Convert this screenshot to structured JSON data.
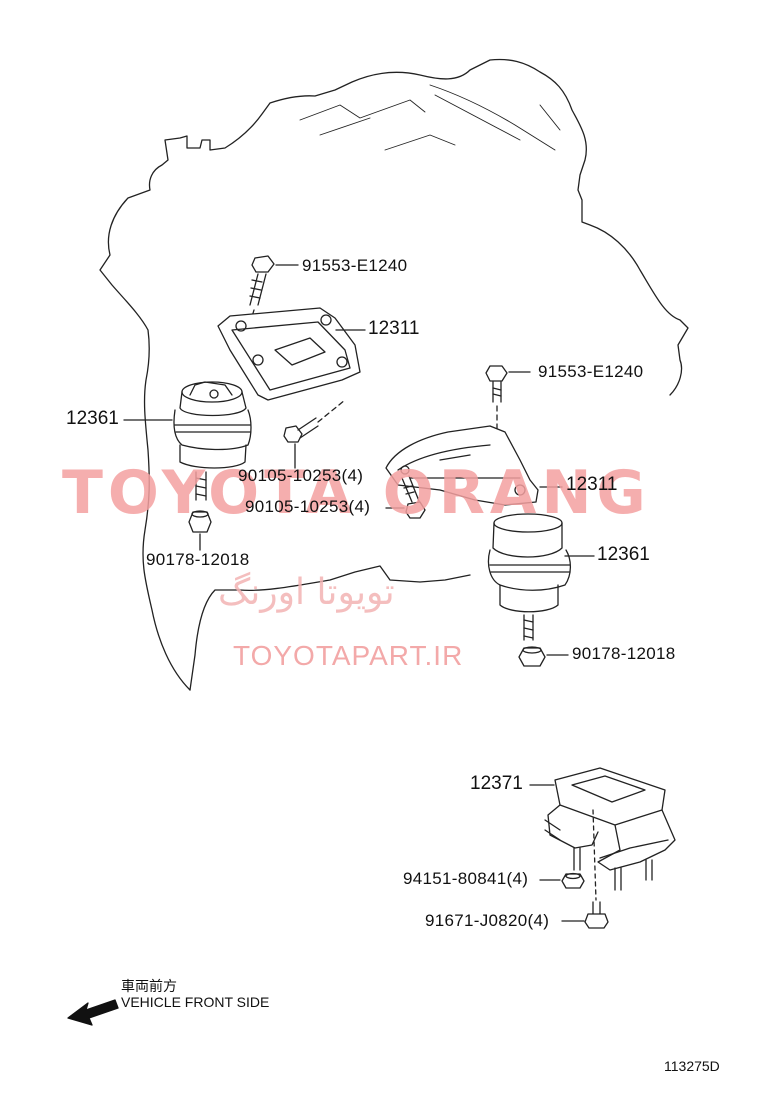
{
  "parts": {
    "bolt_top_left": "91553-E1240",
    "bracket_left": "12311",
    "insulator_left": "12361",
    "bolt_mid_left": "90105-10253(4)",
    "nut_left": "90178-12018",
    "bolt_top_right": "91553-E1240",
    "bolt_mid_right": "90105-10253(4)",
    "bracket_right": "12311",
    "insulator_right": "12361",
    "nut_right": "90178-12018",
    "rear_mount": "12371",
    "rear_nut": "94151-80841(4)",
    "rear_bolt": "91671-J0820(4)"
  },
  "direction": {
    "japanese": "車両前方",
    "english": "VEHICLE FRONT SIDE"
  },
  "figure_code": "113275D",
  "watermark": {
    "main": "TOYOTA ORANG",
    "persian": "تویوتا اورنگ",
    "url": "TOYOTAPART.IR"
  }
}
